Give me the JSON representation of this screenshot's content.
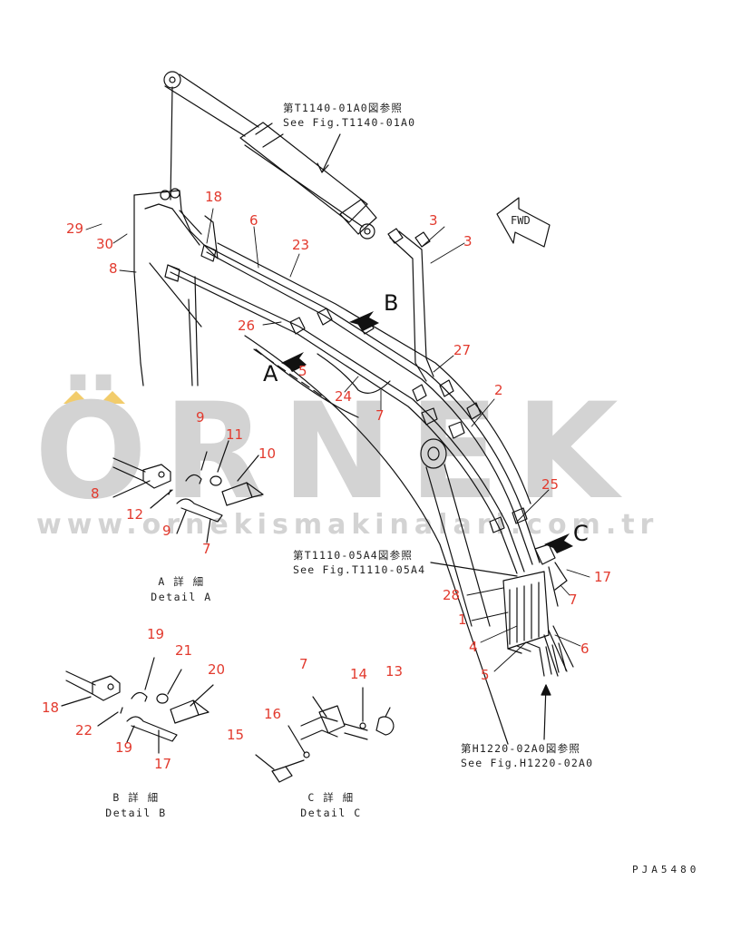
{
  "watermark": {
    "brand": "ÖRNEK",
    "url": "www.ornekismakinalari.com.tr"
  },
  "notes": {
    "top": {
      "jp": "第T1140-01A0図参照",
      "en": "See Fig.T1140-01A0"
    },
    "middle": {
      "jp": "第T1110-05A4図参照",
      "en": "See Fig.T1110-05A4"
    },
    "bottom": {
      "jp": "第H1220-02A0図参照",
      "en": "See Fig.H1220-02A0"
    }
  },
  "fwd_label": "FWD",
  "view_letters": {
    "a": "A",
    "b": "B",
    "c": "C"
  },
  "details": {
    "a": {
      "jp": "A 詳 細",
      "en": "Detail A"
    },
    "b": {
      "jp": "B 詳 細",
      "en": "Detail B"
    },
    "c": {
      "jp": "C 詳 細",
      "en": "Detail C"
    }
  },
  "drawing_code": "PJA5480",
  "part_numbers": {
    "n29": "29",
    "n30": "30",
    "n8_main": "8",
    "n18_main": "18",
    "n6_main": "6",
    "n23": "23",
    "n3_a": "3",
    "n3_b": "3",
    "n27": "27",
    "n2": "2",
    "n26": "26",
    "n5_main": "5",
    "n24": "24",
    "n7_main": "7",
    "n25": "25",
    "n17_main": "17",
    "n7_c": "7",
    "n28": "28",
    "n1": "1",
    "n4": "4",
    "n5_low": "5",
    "n6_low": "6",
    "a9_top": "9",
    "a11": "11",
    "a10": "10",
    "a8": "8",
    "a12": "12",
    "a9_bot": "9",
    "a7": "7",
    "b19_top": "19",
    "b21": "21",
    "b20": "20",
    "b18": "18",
    "b22": "22",
    "b19_bot": "19",
    "b17": "17",
    "c7": "7",
    "c14": "14",
    "c13": "13",
    "c16": "16",
    "c15": "15"
  }
}
